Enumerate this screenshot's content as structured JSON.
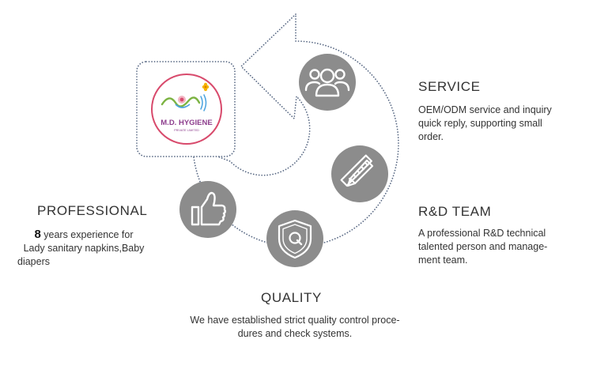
{
  "logo": {
    "brand": "M.D. HYGIENE",
    "tagline": "PRIVATE LIMITED",
    "colors": {
      "ring": "#d84a6c",
      "brand_text": "#8e3f8e",
      "green": "#7cb342",
      "blue": "#4aa3df",
      "flower": "#f5b400"
    }
  },
  "colors": {
    "icon_circle": "#8c8c8c",
    "icon_glyph": "#ffffff",
    "dots": "#5a6a85",
    "text": "#333333"
  },
  "nodes": {
    "service": {
      "icon": "users-icon",
      "title": "SERVICE",
      "lines": [
        "OEM/ODM service and inquiry",
        "quick reply, supporting small",
        "order."
      ]
    },
    "rnd": {
      "icon": "pencil-ruler-icon",
      "title": "R&D TEAM",
      "lines": [
        "A professional R&D technical",
        "talented person and manage-",
        "ment team."
      ]
    },
    "quality": {
      "icon": "shield-q-icon",
      "title": "QUALITY",
      "lines": [
        "We have established strict quality control proce-",
        "dures and check systems."
      ]
    },
    "professional": {
      "icon": "thumbs-up-icon",
      "title": "PROFESSIONAL",
      "years": "8",
      "line1_rest": " years experience for",
      "lines": [
        "Lady sanitary napkins,Baby",
        "diapers"
      ]
    }
  }
}
